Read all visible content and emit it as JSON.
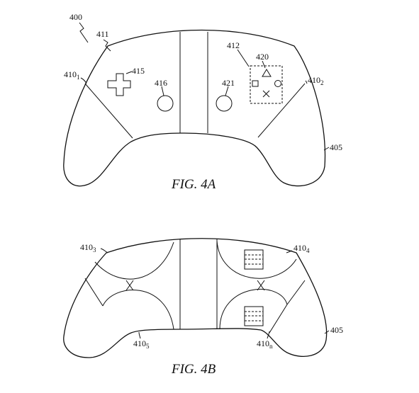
{
  "figures": {
    "fig_4a": {
      "caption": "FIG. 4A",
      "labels": {
        "device": "400",
        "outline": "405",
        "region_top": "411",
        "region_right_panel": "412",
        "dpad": "415",
        "left_stick": "416",
        "buttons": "420",
        "right_stick": "421"
      },
      "subscripted": {
        "left_grip": {
          "base": "410",
          "sub": "1"
        },
        "right_grip": {
          "base": "410",
          "sub": "2"
        }
      }
    },
    "fig_4b": {
      "caption": "FIG. 4B",
      "labels": {
        "outline": "405"
      },
      "subscripted": {
        "upper_left": {
          "base": "410",
          "sub": "3"
        },
        "upper_right": {
          "base": "410",
          "sub": "4"
        },
        "lower_left": {
          "base": "410",
          "sub": "5"
        },
        "lower_right": {
          "base": "410",
          "sub": "n"
        }
      }
    }
  }
}
